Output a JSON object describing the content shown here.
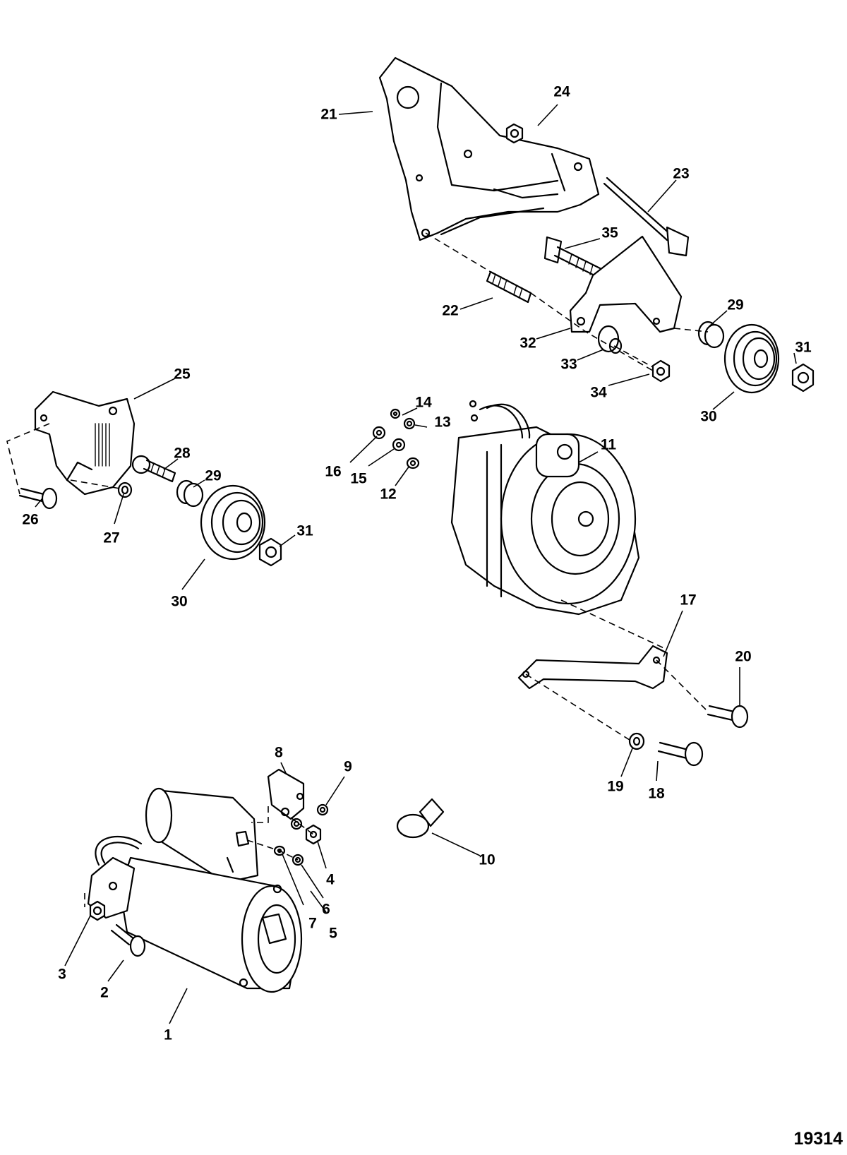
{
  "diagram": {
    "callouts": [
      {
        "id": "c1",
        "label": "1"
      },
      {
        "id": "c2",
        "label": "2"
      },
      {
        "id": "c3",
        "label": "3"
      },
      {
        "id": "c4",
        "label": "4"
      },
      {
        "id": "c5",
        "label": "5"
      },
      {
        "id": "c6",
        "label": "6"
      },
      {
        "id": "c7",
        "label": "7"
      },
      {
        "id": "c8",
        "label": "8"
      },
      {
        "id": "c9",
        "label": "9"
      },
      {
        "id": "c10",
        "label": "10"
      },
      {
        "id": "c11",
        "label": "11"
      },
      {
        "id": "c12",
        "label": "12"
      },
      {
        "id": "c13",
        "label": "13"
      },
      {
        "id": "c14",
        "label": "14"
      },
      {
        "id": "c15",
        "label": "15"
      },
      {
        "id": "c16",
        "label": "16"
      },
      {
        "id": "c17",
        "label": "17"
      },
      {
        "id": "c18",
        "label": "18"
      },
      {
        "id": "c19",
        "label": "19"
      },
      {
        "id": "c20",
        "label": "20"
      },
      {
        "id": "c21",
        "label": "21"
      },
      {
        "id": "c22",
        "label": "22"
      },
      {
        "id": "c23",
        "label": "23"
      },
      {
        "id": "c24",
        "label": "24"
      },
      {
        "id": "c25",
        "label": "25"
      },
      {
        "id": "c26",
        "label": "26"
      },
      {
        "id": "c27",
        "label": "27"
      },
      {
        "id": "c28",
        "label": "28"
      },
      {
        "id": "c29a",
        "label": "29"
      },
      {
        "id": "c29b",
        "label": "29"
      },
      {
        "id": "c30a",
        "label": "30"
      },
      {
        "id": "c30b",
        "label": "30"
      },
      {
        "id": "c31a",
        "label": "31"
      },
      {
        "id": "c31b",
        "label": "31"
      },
      {
        "id": "c32",
        "label": "32"
      },
      {
        "id": "c33",
        "label": "33"
      },
      {
        "id": "c34",
        "label": "34"
      },
      {
        "id": "c35",
        "label": "35"
      }
    ],
    "figure_number": "19314"
  }
}
